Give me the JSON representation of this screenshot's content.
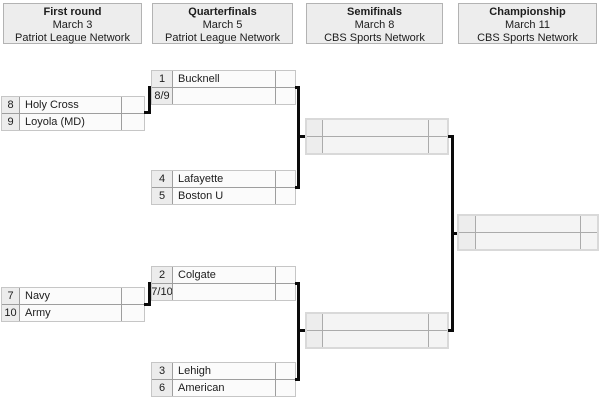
{
  "colors": {
    "connector": "#0b0b0b",
    "header_bg": "#ededed",
    "header_border": "#b3b3b3",
    "box_border": "#c6c6c6",
    "cell_divider": "#9e9e9e",
    "seed_bg": "#ececec",
    "cell_bg": "#fbfbfb",
    "text": "#1c1c1c"
  },
  "rounds": [
    {
      "title": "First round",
      "date": "March 3",
      "network": "Patriot League Network"
    },
    {
      "title": "Quarterfinals",
      "date": "March 5",
      "network": "Patriot League Network"
    },
    {
      "title": "Semifinals",
      "date": "March 8",
      "network": "CBS Sports Network"
    },
    {
      "title": "Championship",
      "date": "March 11",
      "network": "CBS Sports Network"
    }
  ],
  "matches": {
    "fr1": {
      "rows": [
        {
          "seed": "8",
          "team": "Holy Cross",
          "score": ""
        },
        {
          "seed": "9",
          "team": "Loyola (MD)",
          "score": ""
        }
      ]
    },
    "fr2": {
      "rows": [
        {
          "seed": "7",
          "team": "Navy",
          "score": ""
        },
        {
          "seed": "10",
          "team": "Army",
          "score": ""
        }
      ]
    },
    "qf1": {
      "rows": [
        {
          "seed": "1",
          "team": "Bucknell",
          "score": ""
        },
        {
          "seed": "8/9",
          "team": "",
          "score": ""
        }
      ]
    },
    "qf2": {
      "rows": [
        {
          "seed": "4",
          "team": "Lafayette",
          "score": ""
        },
        {
          "seed": "5",
          "team": "Boston U",
          "score": ""
        }
      ]
    },
    "qf3": {
      "rows": [
        {
          "seed": "2",
          "team": "Colgate",
          "score": ""
        },
        {
          "seed": "7/10",
          "team": "",
          "score": ""
        }
      ]
    },
    "qf4": {
      "rows": [
        {
          "seed": "3",
          "team": "Lehigh",
          "score": ""
        },
        {
          "seed": "6",
          "team": "American",
          "score": ""
        }
      ]
    },
    "sf1": {
      "rows": [
        {
          "seed": "",
          "team": "",
          "score": ""
        },
        {
          "seed": "",
          "team": "",
          "score": ""
        }
      ]
    },
    "sf2": {
      "rows": [
        {
          "seed": "",
          "team": "",
          "score": ""
        },
        {
          "seed": "",
          "team": "",
          "score": ""
        }
      ]
    },
    "final": {
      "rows": [
        {
          "seed": "",
          "team": "",
          "score": ""
        },
        {
          "seed": "",
          "team": "",
          "score": ""
        }
      ]
    }
  }
}
